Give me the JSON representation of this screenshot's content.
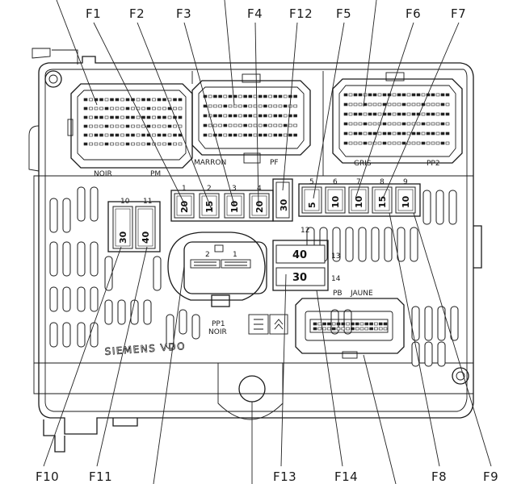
{
  "diagram": {
    "callouts_top": [
      "F1",
      "F2",
      "F3",
      "F4",
      "F12",
      "F5",
      "F6",
      "F7"
    ],
    "callouts_bottom": [
      "F10",
      "F11",
      "F13",
      "F14",
      "F8",
      "F9"
    ],
    "connectors": {
      "noir_pm": {
        "color": "NOIR",
        "code": "PM"
      },
      "marron_pf": {
        "color": "MARRON",
        "code": "PF"
      },
      "gris_pp2": {
        "color": "GRIS",
        "code": "PP2"
      },
      "pp1": {
        "code": "PP1",
        "color": "NOIR",
        "pins": [
          "2",
          "1"
        ]
      },
      "pb": {
        "code": "PB",
        "color": "JAUNE"
      }
    },
    "fuse_row": {
      "positions": [
        "1",
        "2",
        "3",
        "4"
      ],
      "values": [
        "20",
        "15",
        "10",
        "20"
      ]
    },
    "fuse_12": {
      "value": "30",
      "position": "12"
    },
    "fuse_row_right": {
      "positions": [
        "5",
        "6",
        "7",
        "8",
        "9"
      ],
      "values": [
        "5",
        "10",
        "10",
        "15",
        "10"
      ]
    },
    "fuse_left": {
      "positions": [
        "10",
        "11"
      ],
      "values": [
        "30",
        "40"
      ]
    },
    "maxi_fuses": [
      {
        "position": "13",
        "value": "40"
      },
      {
        "position": "14",
        "value": "30"
      }
    ],
    "brand": "SIEMENS VDO"
  }
}
